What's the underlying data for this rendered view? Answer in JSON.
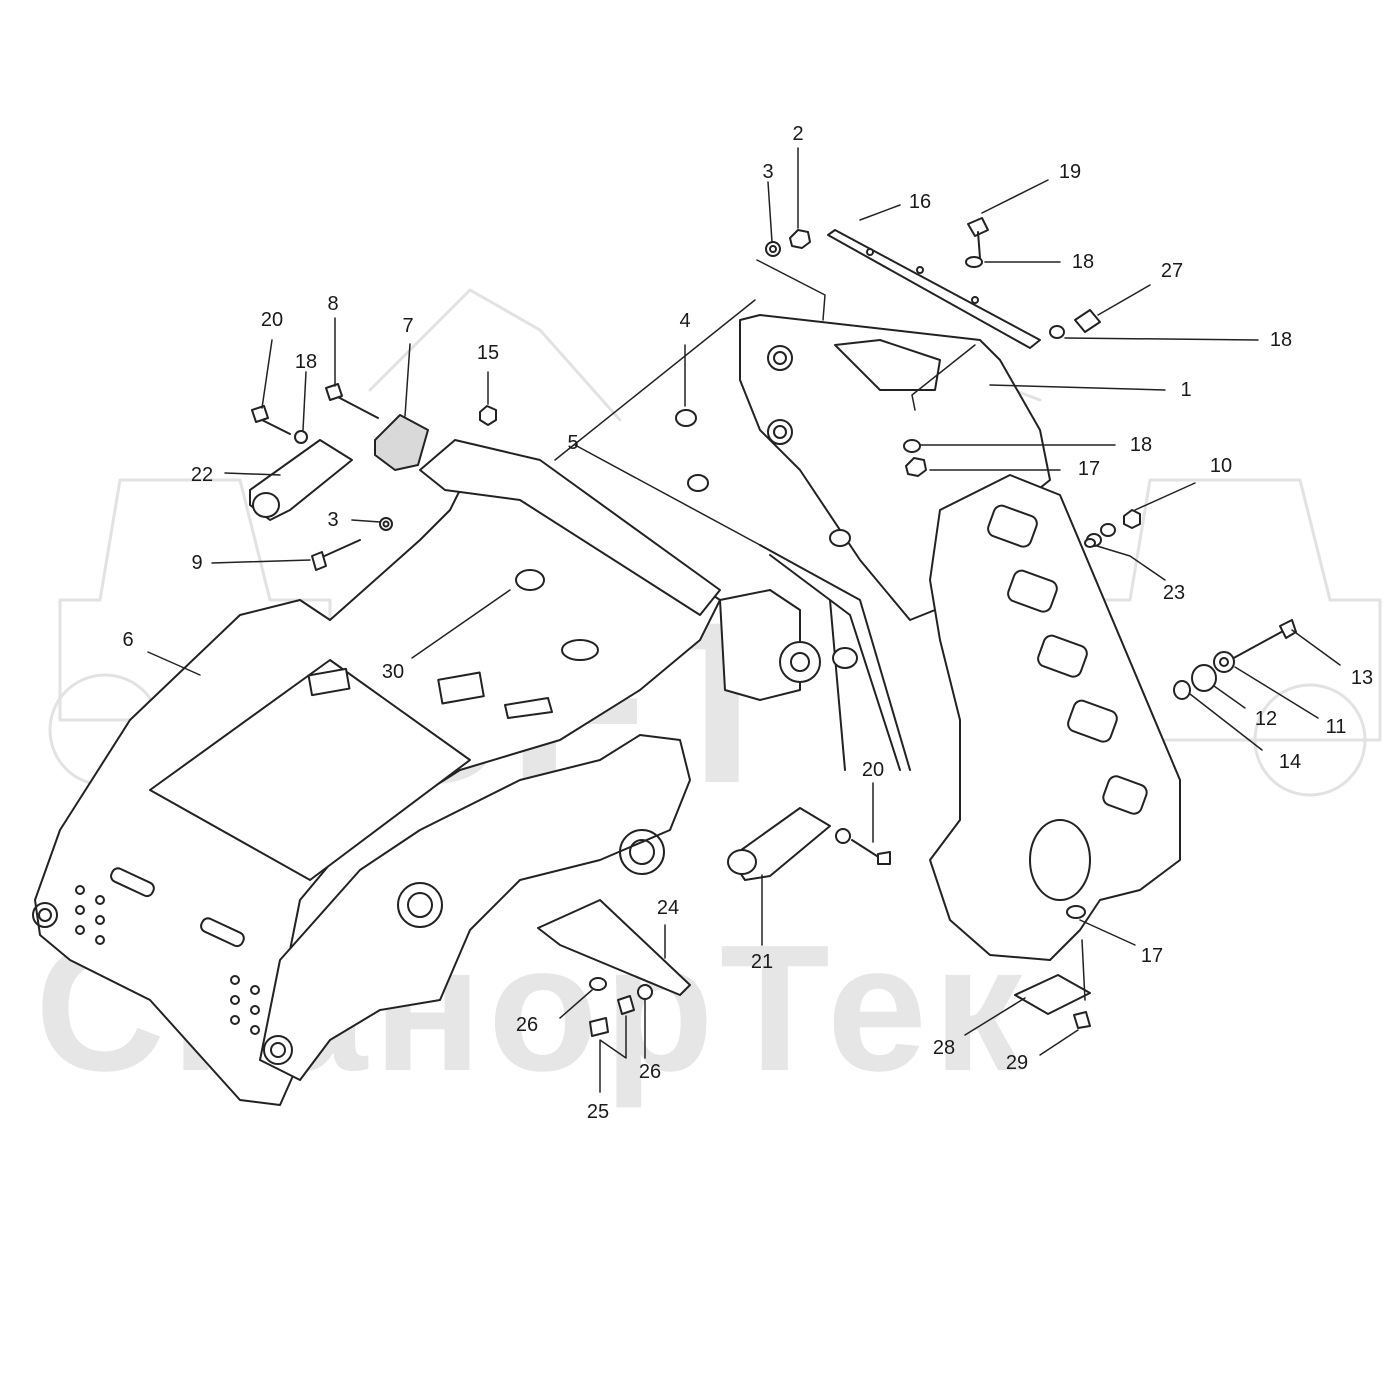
{
  "watermark": {
    "logo_text": "SFT",
    "brand_text": "СканорТек"
  },
  "colors": {
    "line": "#222222",
    "watermark": "#e6e6e6",
    "part_fill": "#ffffff",
    "shade": "#d9d9d9"
  },
  "callouts": {
    "c1": "1",
    "c2": "2",
    "c3a": "3",
    "c3b": "3",
    "c4": "4",
    "c5": "5",
    "c6": "6",
    "c7": "7",
    "c8": "8",
    "c9": "9",
    "c10": "10",
    "c11": "11",
    "c12": "12",
    "c13": "13",
    "c14": "14",
    "c15": "15",
    "c16": "16",
    "c17a": "17",
    "c17b": "17",
    "c18a": "18",
    "c18b": "18",
    "c18c": "18",
    "c18d": "18",
    "c19": "19",
    "c20a": "20",
    "c20b": "20",
    "c21": "21",
    "c22": "22",
    "c23": "23",
    "c24": "24",
    "c25": "25",
    "c26a": "26",
    "c26b": "26",
    "c27": "27",
    "c28": "28",
    "c29": "29",
    "c30": "30"
  }
}
